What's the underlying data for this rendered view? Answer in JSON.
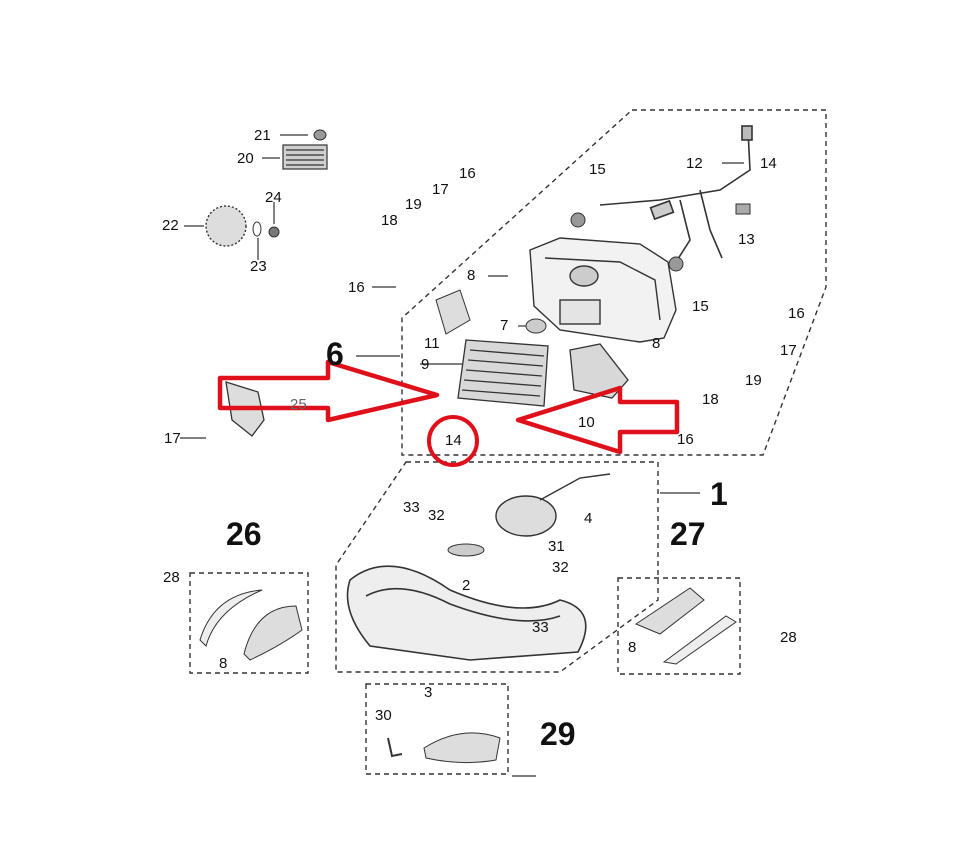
{
  "colors": {
    "line": "#333333",
    "highlight": "#e0101a",
    "background": "#ffffff"
  },
  "groups": {
    "g1": "1",
    "g6": "6",
    "g26": "26",
    "g27": "27",
    "g29": "29"
  },
  "parts": {
    "p2": "2",
    "p3": "3",
    "p4": "4",
    "p7": "7",
    "p8a": "8",
    "p8b": "8",
    "p8c": "8",
    "p8d": "8",
    "p9": "9",
    "p10": "10",
    "p11": "11",
    "p12": "12",
    "p13": "13",
    "p14a": "14",
    "p14b": "14",
    "p15a": "15",
    "p15b": "15",
    "p16a": "16",
    "p16b": "16",
    "p16c": "16",
    "p16d": "16",
    "p17a": "17",
    "p17b": "17",
    "p17c": "17",
    "p18a": "18",
    "p18b": "18",
    "p19a": "19",
    "p19b": "19",
    "p20": "20",
    "p21": "21",
    "p22": "22",
    "p23": "23",
    "p24": "24",
    "p25": "25",
    "p28a": "28",
    "p28b": "28",
    "p30": "30",
    "p31": "31",
    "p32a": "32",
    "p32b": "32",
    "p33a": "33",
    "p33b": "33"
  },
  "annotations": {
    "arrows": [
      "left-red-arrow",
      "right-red-arrow"
    ],
    "circled_part": "14"
  }
}
